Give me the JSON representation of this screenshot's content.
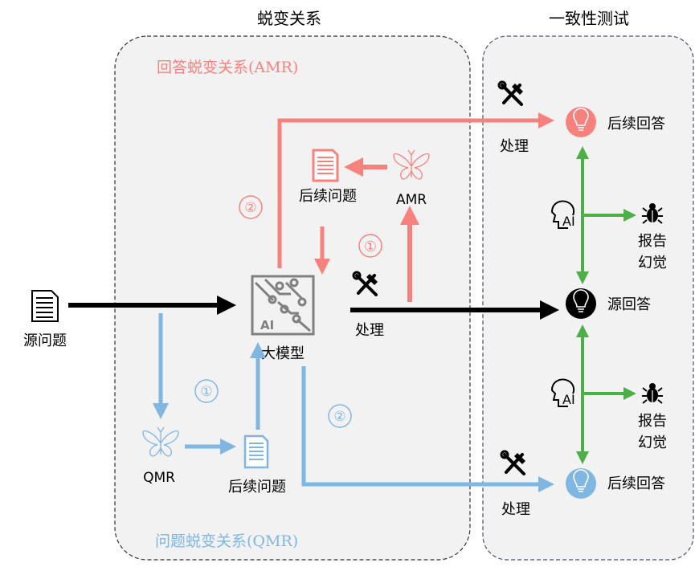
{
  "titles": {
    "left": "蜕变关系",
    "right": "一致性测试"
  },
  "amr_title": "回答蜕变关系(AMR)",
  "qmr_title": "问题蜕变关系(QMR)",
  "source_question": "源问题",
  "model": "大模型",
  "process_labels": [
    "处理",
    "处理",
    "处理"
  ],
  "amr_label": "AMR",
  "qmr_label": "QMR",
  "followup_question": [
    "后续问题",
    "后续问题"
  ],
  "step_labels": {
    "amr_1": "①",
    "amr_2": "②",
    "qmr_1": "①",
    "qmr_2": "②"
  },
  "answers": {
    "amr_followup": "后续回答",
    "source": "源回答",
    "qmr_followup": "后续回答"
  },
  "report": [
    {
      "line1": "报告",
      "line2": "幻觉"
    },
    {
      "line1": "报告",
      "line2": "幻觉"
    }
  ],
  "ai_badge": "AI",
  "colors": {
    "amr": "#f7827d",
    "qmr": "#7fb6e2",
    "check": "#4daf47",
    "main": "#000000",
    "panel": "#f2f2f2"
  }
}
